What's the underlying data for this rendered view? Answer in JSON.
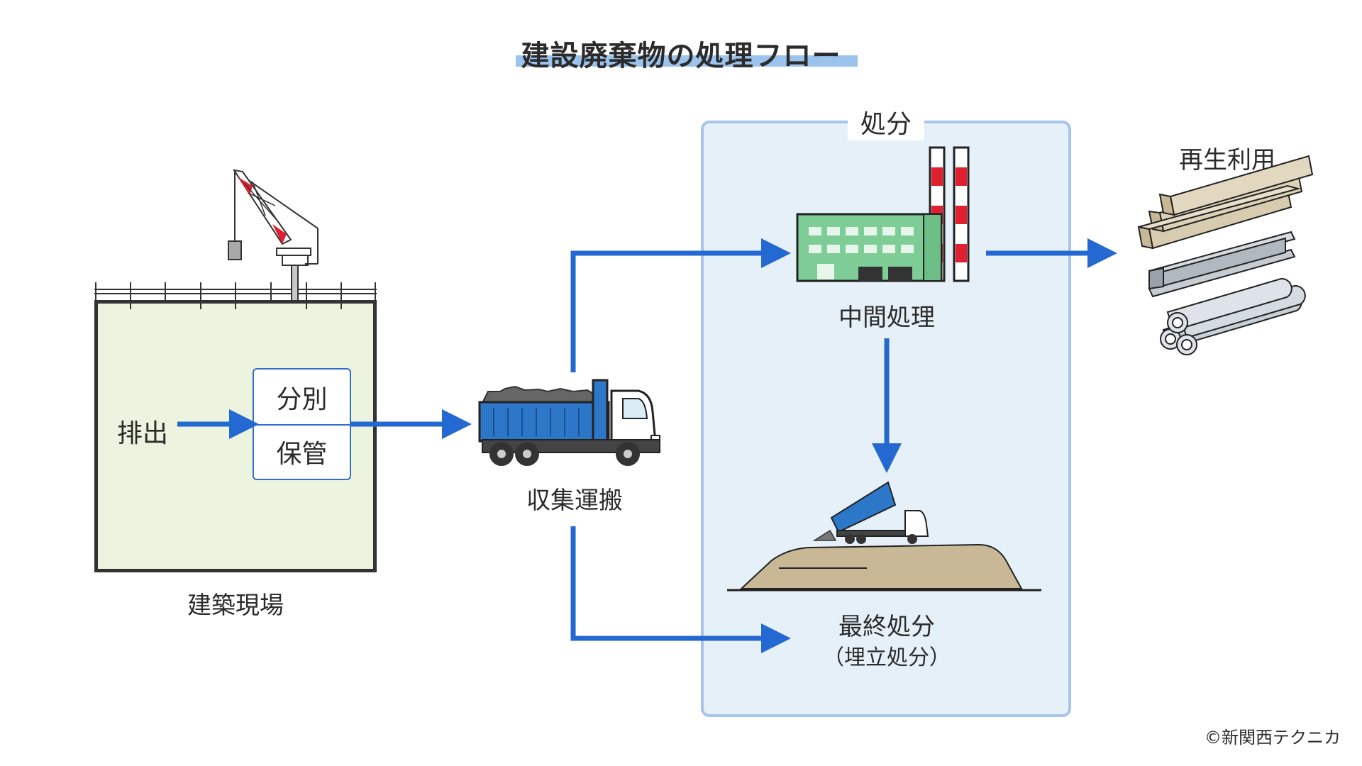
{
  "title": "建設廃棄物の処理フロー",
  "site": {
    "label": "建築現場",
    "emit_label": "排出",
    "sort_label": "分別",
    "store_label": "保管"
  },
  "transport": {
    "label": "収集運搬"
  },
  "disposal": {
    "label": "処分",
    "intermediate_label": "中間処理",
    "final_label": "最終処分",
    "final_sublabel": "（埋立処分）"
  },
  "recycle": {
    "label": "再生利用"
  },
  "copyright": "©新関西テクニカ",
  "colors": {
    "arrow": "#2369d1",
    "site_fill": "#ecf3df",
    "disposal_fill": "#e6f0f8",
    "disposal_border": "#a7c5ec",
    "truck_body": "#2d77c9",
    "factory": "#7fcd96",
    "chimney_red": "#e0202e",
    "soil": "#c8b896",
    "title_underline": "#9cc3ec"
  },
  "icons": [
    "crane-icon",
    "dump-truck-icon",
    "factory-icon",
    "landfill-truck-icon",
    "lumber-icon",
    "steel-beam-icon",
    "pipes-icon"
  ]
}
